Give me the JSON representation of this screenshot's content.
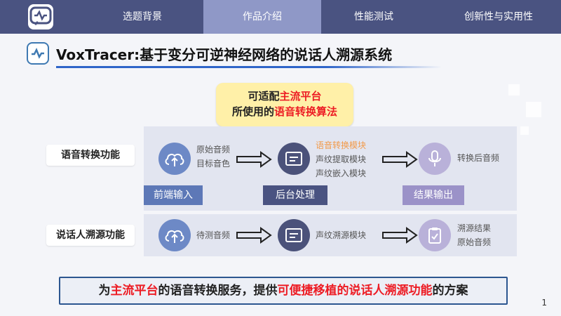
{
  "nav": {
    "tabs": [
      {
        "label": "选题背景"
      },
      {
        "label": "作品介绍"
      },
      {
        "label": "性能测试"
      },
      {
        "label": "创新性与实用性"
      }
    ]
  },
  "slide": {
    "title": "VoxTracer:基于变分可逆神经网络的说话人溯源系统",
    "callout": {
      "line1_prefix": "可适配",
      "line1_highlight": "主流平台",
      "line2_prefix": "所使用的",
      "line2_highlight": "语音转换算法"
    },
    "row1": {
      "label": "语音转换功能",
      "input": [
        "原始音频",
        "目标音色"
      ],
      "modules": [
        "语音转换模块",
        "声纹提取模块",
        "声纹嵌入模块"
      ],
      "output": "转换后音频"
    },
    "stage_tags": {
      "front": "前端输入",
      "back": "后台处理",
      "result": "结果输出"
    },
    "row2": {
      "label": "说话人溯源功能",
      "input": "待测音频",
      "module": "声纹溯源模块",
      "output": [
        "溯源结果",
        "原始音频"
      ]
    },
    "bottom": {
      "p1": "为",
      "h1": "主流平台",
      "p2": "的语音转换服务，提供",
      "h2": "可便捷移植的说话人溯源功能",
      "p3": "的方案"
    },
    "page": "1"
  },
  "colors": {
    "nav_bg": "#4a5381",
    "active_tab": "#8f98c7",
    "highlight_red": "#ed1c24",
    "callout_bg": "#fff0a8",
    "orange_module": "#f29a4a"
  },
  "icons": {
    "logo": "waveform-chat-icon",
    "upload": "cloud-upload-icon",
    "terminal": "terminal-icon",
    "mic": "microphone-icon",
    "clipboard": "clipboard-check-icon"
  }
}
